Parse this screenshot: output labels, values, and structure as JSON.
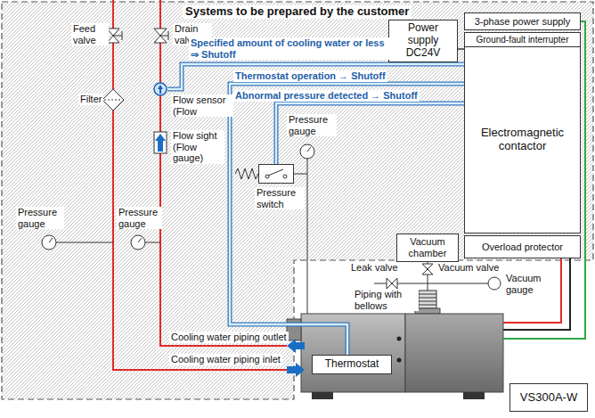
{
  "diagram": {
    "nodes": [
      {
        "text": [
          "Systems to be prepared by the customer"
        ]
      },
      {
        "text": [
          "3-phase power supply"
        ],
        "in": 0
      },
      {
        "text": [
          "Power supply DC24V"
        ],
        "in": 0
      },
      {
        "text": [
          "Ground-fault interrupter"
        ],
        "in": 0
      },
      {
        "text": [
          "Electromagnetic contactor"
        ],
        "in": 0
      },
      {
        "text": [
          "Flow sensor (Flow"
        ],
        "in": 0
      },
      {
        "text": [
          "Pressure switch"
        ],
        "in": 0
      },
      {
        "text": [
          "Vacuum chamber"
        ],
        "in": 0
      },
      {
        "text": [
          "Overload protector"
        ],
        "in": 0
      },
      {
        "text": [
          "Thermostat"
        ]
      },
      {
        "text": [
          "VS300A-W"
        ]
      }
    ],
    "edges": [
      {
        "from": 5,
        "to": 4,
        "arrow": "none",
        "label": "Specified amount of cooling water or less ⇒ Shutoff"
      },
      {
        "from": 9,
        "to": 4,
        "arrow": "none",
        "label": "Thermostat operation → Shutoff"
      },
      {
        "from": 6,
        "to": 4,
        "arrow": "none",
        "label": "Abnormal pressure detected → Shutoff"
      },
      {
        "from": 2,
        "to": 4,
        "arrow": "none"
      }
    ],
    "labels": [
      "Feed valve",
      "Drain valve",
      "Filter",
      "Flow sight (Flow gauge)",
      "Pressure gauge",
      "Pressure gauge",
      "Pressure gauge",
      "Leak valve",
      "Vacuum valve",
      "Vacuum gauge",
      "Piping with bellows",
      "Cooling water piping outlet",
      "Cooling water piping inlet"
    ]
  }
}
